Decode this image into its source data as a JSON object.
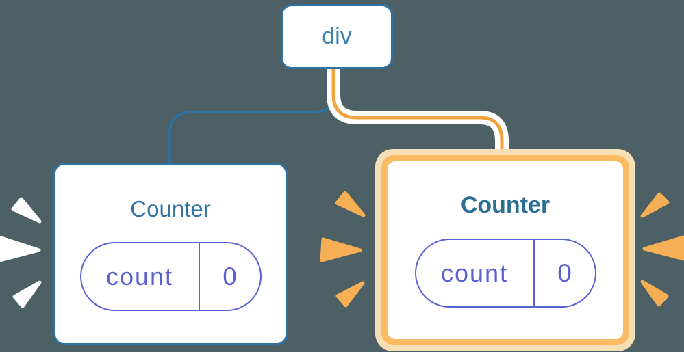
{
  "diagram": {
    "description": "React render tree: div root with two Counter children; right Counter highlighted as re-rendering",
    "root": {
      "label": "div"
    },
    "children": [
      {
        "title": "Counter",
        "state": {
          "key": "count",
          "value": "0"
        },
        "highlighted": false
      },
      {
        "title": "Counter",
        "state": {
          "key": "count",
          "value": "0"
        },
        "highlighted": true
      }
    ]
  },
  "icons": {
    "left_burst": "spark-burst-white",
    "right_burst_inner": "spark-burst-orange",
    "right_burst_outer": "spark-burst-orange"
  },
  "colors": {
    "bg": "#4C6066",
    "node_bg": "#FFFFFF",
    "blue": "#2C73A4",
    "blue_text": "#3C82B0",
    "title_left": "#3174A2",
    "title_right": "#2B6E94",
    "indigo": "#5A61D2",
    "orange_core": "#F2A33C",
    "orange_ring": "#FABB63",
    "orange_pale": "#F7DFB5",
    "spark_orange": "#F6AF55",
    "spark_white": "#FFFFFF"
  }
}
